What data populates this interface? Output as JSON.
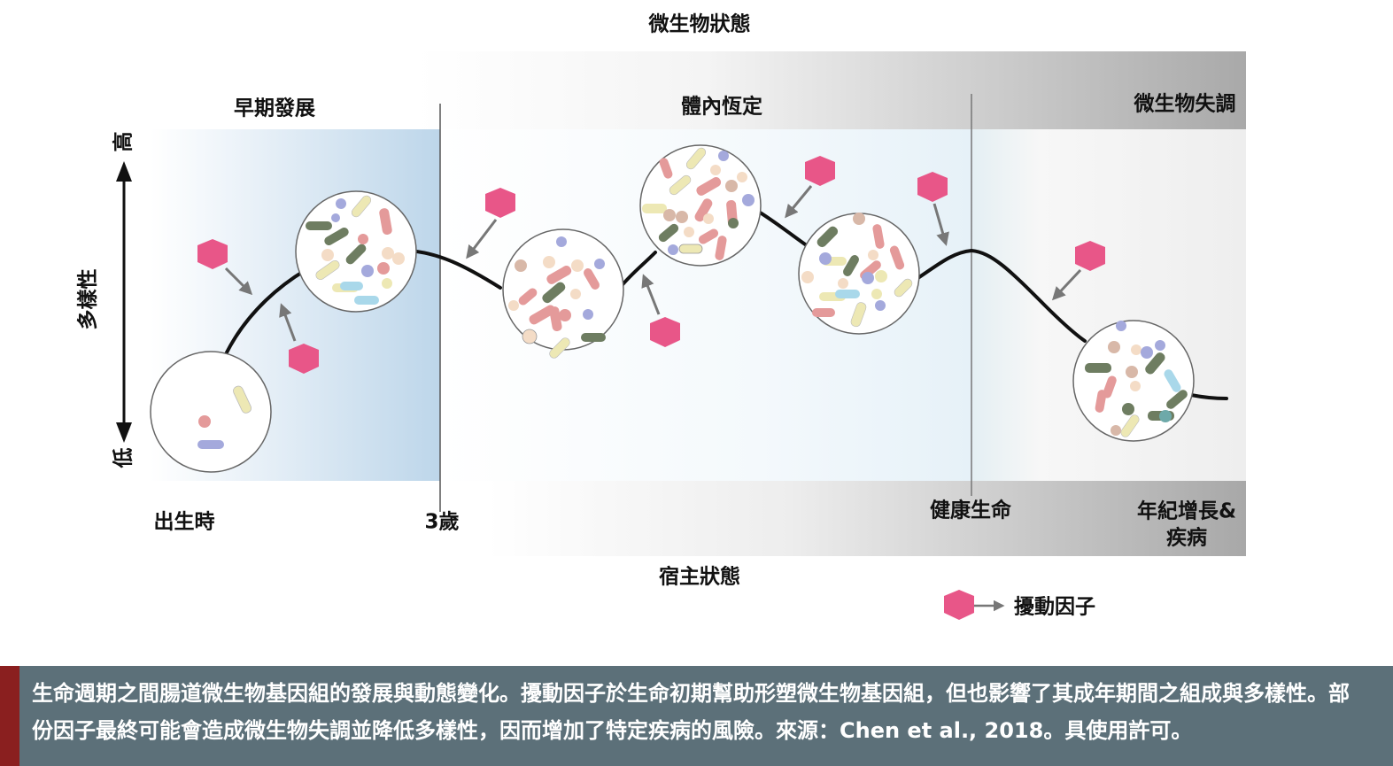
{
  "labels": {
    "microbial_state": "微生物狀態",
    "host_state": "宿主狀態",
    "early_development": "早期發展",
    "homeostasis": "體內恆定",
    "dysbiosis": "微生物失調",
    "diversity": "多樣性",
    "high": "高",
    "low": "低",
    "birth": "出生時",
    "age_3": "3歲",
    "healthy_life": "健康生命",
    "aging_line1": "年紀增長&",
    "aging_line2": "疾病",
    "legend": "擾動因子"
  },
  "caption": "生命週期之間腸道微生物基因組的發展與動態變化。擾動因子於生命初期幫助形塑微生物基因組，但也影響了其成年期間之組成與多樣性。部份因子最終可能會造成微生物失調並降低多樣性，因而增加了特定疾病的風險。來源：Chen et al., 2018。具使用許可。",
  "colors": {
    "perturbation": "#e85688",
    "arrow": "#777777",
    "caption_bg": "#5c7079",
    "caption_accent": "#8a1f1f",
    "early_zone": "#bcd6ea",
    "microbe_green": "#6e7d61",
    "microbe_pink": "#e49a9a",
    "microbe_yellow": "#ede8b4",
    "microbe_blue": "#a4a9dc",
    "microbe_cream": "#f4dcc6"
  },
  "icons": [
    "perturbation-hexagon-icon",
    "arrow-icon",
    "microbe-community-icon"
  ]
}
